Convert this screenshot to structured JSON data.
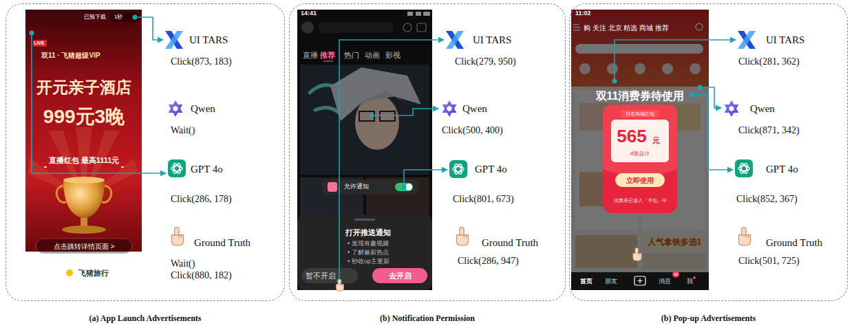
{
  "diagram": {
    "nodes": [
      {
        "text": [
          "(a) App Launch Advertisements"
        ]
      },
      {
        "text": [
          "(b) Notification Permission"
        ]
      },
      {
        "text": [
          "(b) Pop-up Advertisements"
        ]
      }
    ],
    "labels": [
      "LIVE",
      "已预下载",
      "1秒",
      "双11 · 飞猪超级VIP",
      "开元亲子酒店",
      "999元3晚",
      "直播红包 最高1111元",
      "点击跳转详情页面 >",
      "飞猪旅行",
      "UI TARS",
      "Click(873, 183)",
      "Qwen",
      "Wait()",
      "GPT 4o",
      "Click(286, 178)",
      "Ground Truth",
      "Wait()",
      "Click(880, 182)",
      "14:41",
      "直播",
      "推荐",
      "热门",
      "动画",
      "影视",
      "允许通知",
      "打开推送通知",
      "• 发现有趣视频",
      "• 了解最新热点",
      "• 秒收up主更新",
      "暂不开启",
      "去开启",
      "UI TARS",
      "Click(279, 950)",
      "Qwen",
      "Click(500, 400)",
      "GPT 4o",
      "Click(801, 673)",
      "Ground Truth",
      "Click(286, 947)",
      "11:02",
      "购 关注 北京 精选 商城 推荐",
      "双11消费券待使用",
      "抖音商城红包",
      "565",
      "元",
      "4张总计",
      "立即使用",
      "优惠券已放入「卡包」中",
      "人气拿铁多选1",
      "首页",
      "朋友",
      "消息",
      "12",
      "我",
      "UI TARS",
      "Click(281, 362)",
      "Qwen",
      "Click(871, 342)",
      "GPT 4o",
      "Click(852, 367)",
      "Ground Truth",
      "Click(501, 725)"
    ]
  }
}
